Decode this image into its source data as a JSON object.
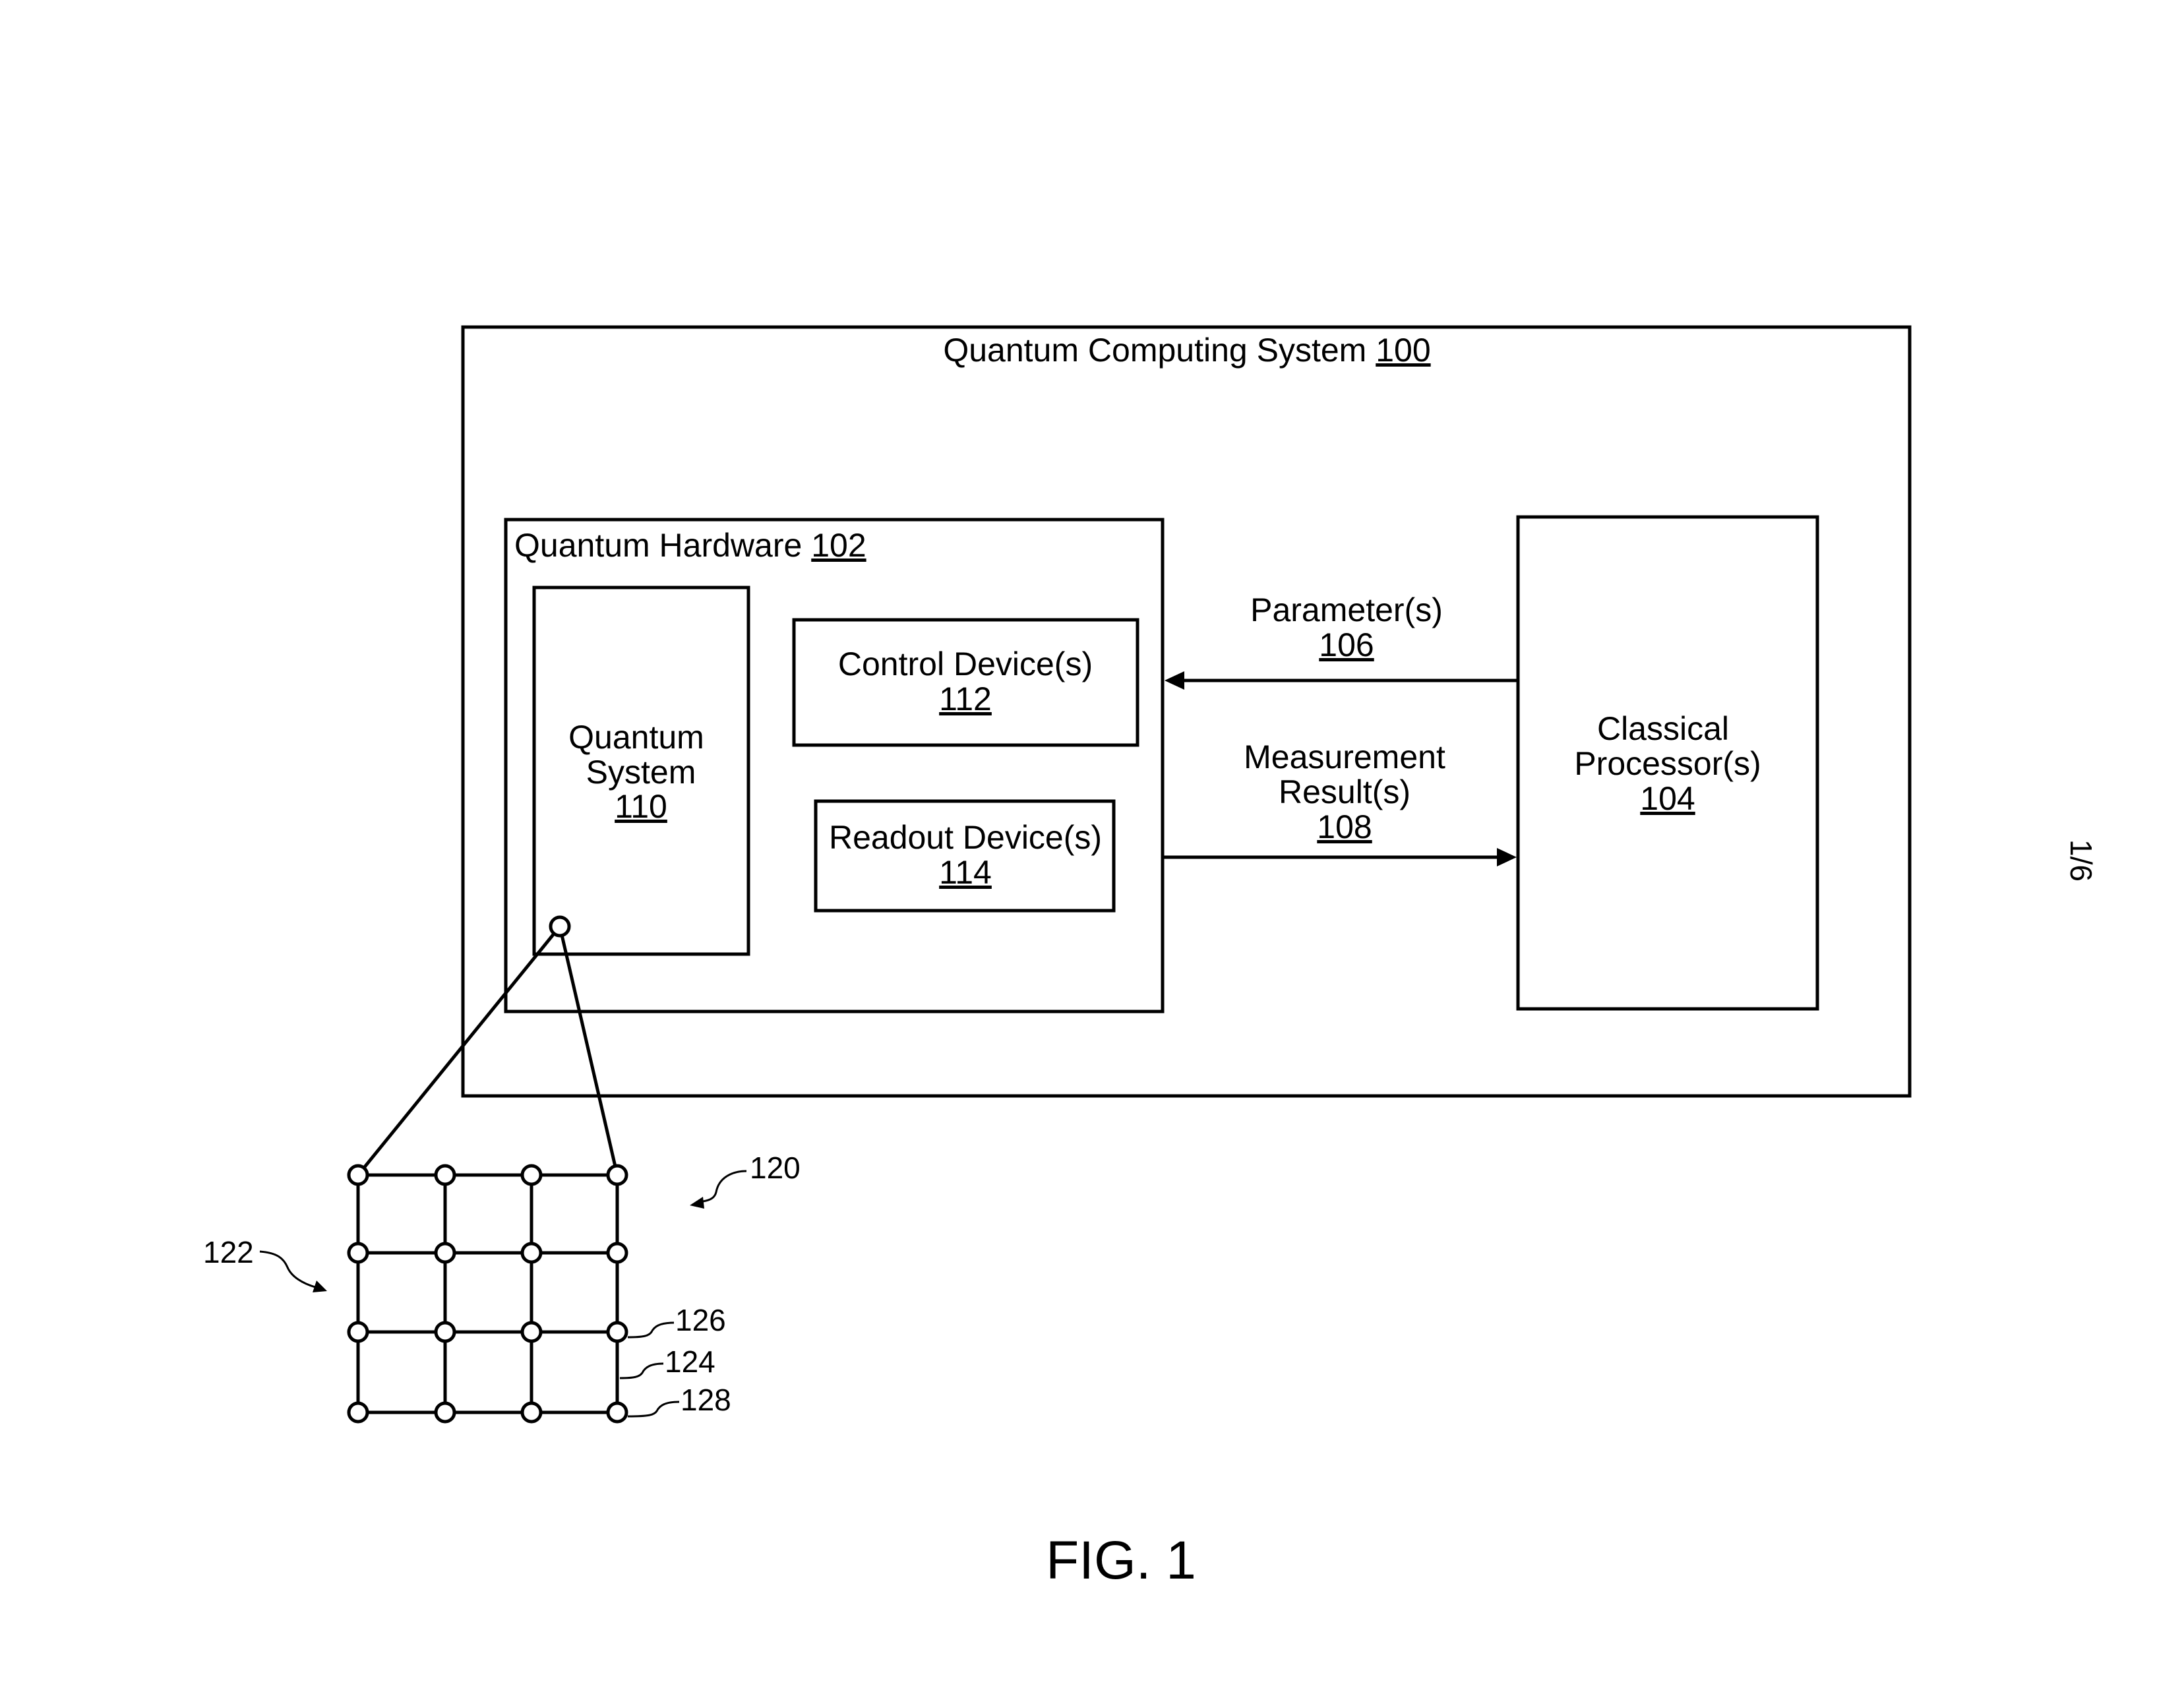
{
  "system": {
    "label": "Quantum Computing System",
    "ref": "100"
  },
  "hardware": {
    "label": "Quantum Hardware",
    "ref": "102"
  },
  "quantum_system": {
    "line1": "Quantum",
    "line2": "System",
    "ref": "110"
  },
  "control_device": {
    "label": "Control Device(s)",
    "ref": "112"
  },
  "readout_device": {
    "label": "Readout Device(s)",
    "ref": "114"
  },
  "parameters": {
    "label": "Parameter(s)",
    "ref": "106"
  },
  "measurement": {
    "line1": "Measurement",
    "line2": "Result(s)",
    "ref": "108"
  },
  "classical": {
    "line1": "Classical",
    "line2": "Processor(s)",
    "ref": "104"
  },
  "lattice_refs": {
    "lattice": "120",
    "grid": "122",
    "qubit": "126",
    "coupler": "124",
    "edge_qubit": "128"
  },
  "sheet": "1/6",
  "figure": "FIG. 1"
}
